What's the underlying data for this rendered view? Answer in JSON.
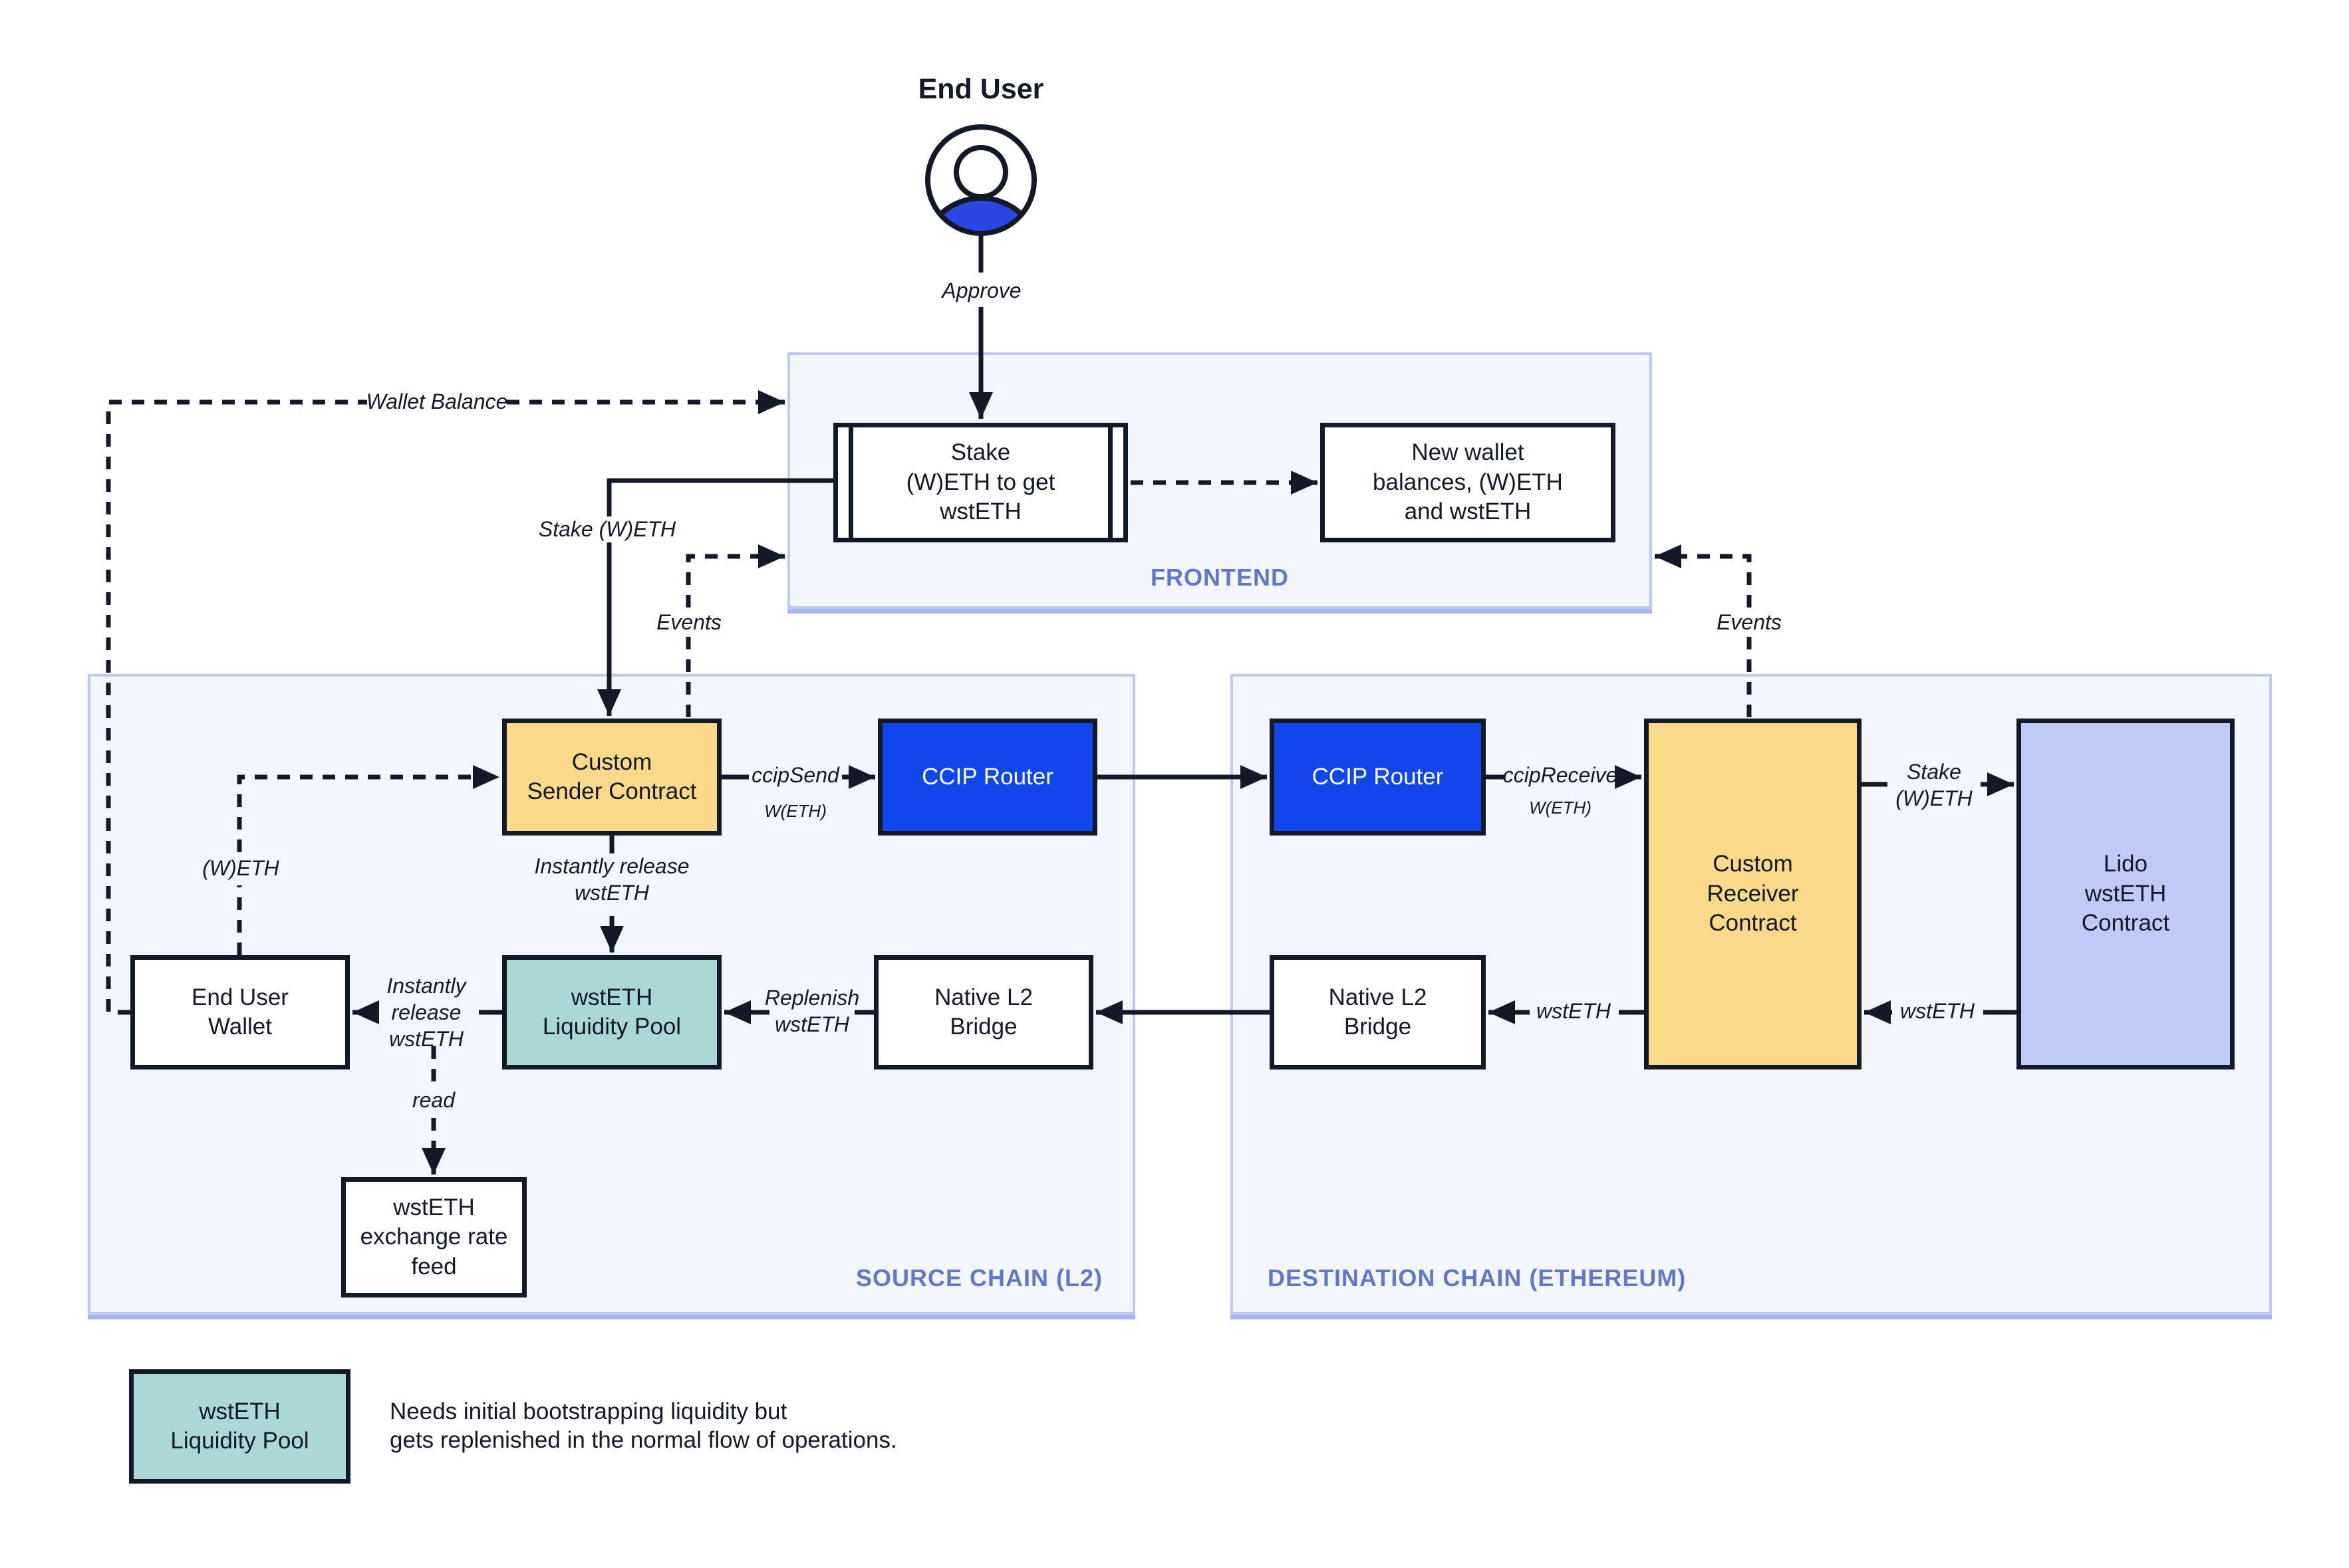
{
  "end_user": {
    "label": "End User",
    "approve": "Approve"
  },
  "frontend": {
    "label": "FRONTEND",
    "stake_box": "Stake\n(W)ETH to get\nwstETH",
    "new_wallet_box": "New wallet\nbalances, (W)ETH\nand wstETH"
  },
  "source_chain": {
    "label": "SOURCE CHAIN (L2)",
    "custom_sender": "Custom\nSender Contract",
    "ccip_router": "CCIP Router",
    "end_user_wallet": "End User\nWallet",
    "liquidity_pool": "wstETH\nLiquidity Pool",
    "native_bridge": "Native L2\nBridge",
    "exchange_feed": "wstETH\nexchange rate\nfeed"
  },
  "destination_chain": {
    "label": "DESTINATION CHAIN (ETHEREUM)",
    "ccip_router": "CCIP Router",
    "custom_receiver": "Custom\nReceiver\nContract",
    "lido_contract": "Lido\nwstETH\nContract",
    "native_bridge": "Native L2\nBridge"
  },
  "edge_labels": {
    "wallet_balance": "Wallet Balance",
    "stake_weth": "Stake (W)ETH",
    "events_left": "Events",
    "events_right": "Events",
    "ccip_send": "ccipSend",
    "ccip_send_sub": "W(ETH)",
    "ccip_receive": "ccipReceive",
    "ccip_receive_sub": "W(ETH)",
    "stake_weth_dest": "Stake\n(W)ETH",
    "wsteth_to_receiver": "wstETH",
    "wsteth_to_bridge": "wstETH",
    "replenish": "Replenish\nwstETH",
    "instant_release_vertical": "Instantly release\nwstETH",
    "instant_release_horizontal": "Instantly\nrelease\nwstETH",
    "weth": "(W)ETH",
    "read": "read"
  },
  "legend": {
    "box": "wstETH\nLiquidity Pool",
    "note": "Needs initial bootstrapping liquidity but\ngets replenished in the normal flow of operations."
  },
  "colors": {
    "dark_navy": "#141929",
    "contract_yellow": "#FAD98B",
    "router_blue": "#1146EC",
    "pool_teal": "#ABD8D2",
    "lido_periwinkle": "#BFCAF6",
    "container_fill": "#F4F6FD",
    "container_border": "#BFCAF4",
    "chain_label_blue": "#5F78CE",
    "avatar_blue": "#2946E4"
  }
}
